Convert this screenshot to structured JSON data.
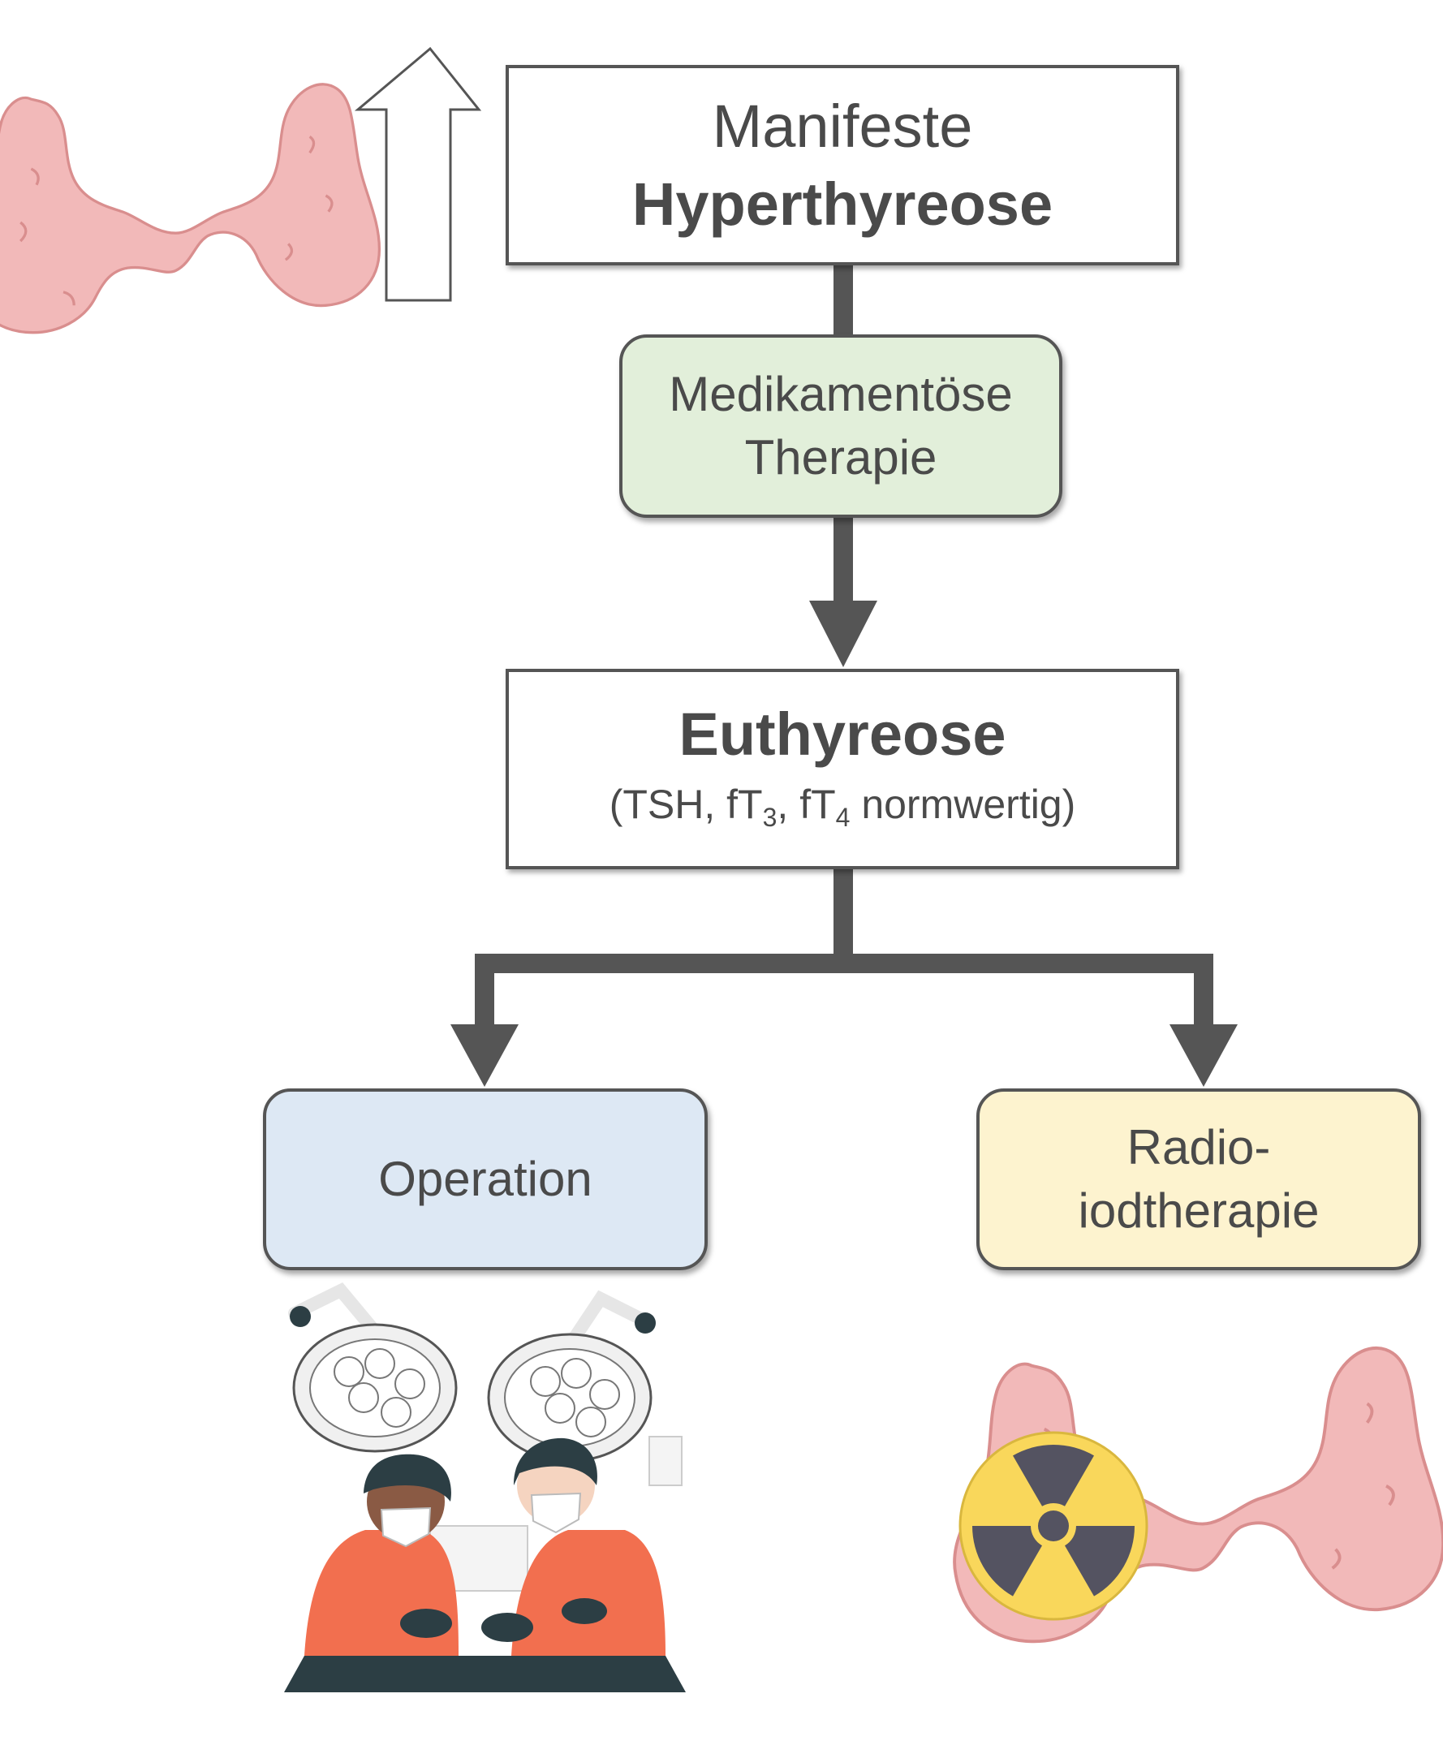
{
  "colors": {
    "arrow": "#555555",
    "border": "#555555",
    "text": "#4a4a4a",
    "medication_fill": "#e2efda",
    "operation_fill": "#dde8f4",
    "radio_fill": "#fdf3cf",
    "thyroid": "#f2b9b9",
    "thyroid_line": "#d98e8e",
    "radiation_yellow": "#f9d75b",
    "radiation_dark": "#545361",
    "scrubs": "#f26f4f",
    "table": "#2c3e44"
  },
  "icons": {
    "top_left": [
      "thyroid-icon",
      "up-arrow-icon"
    ],
    "bottom_left": "surgery-team-icon",
    "bottom_right": [
      "thyroid-icon",
      "radiation-icon"
    ]
  },
  "nodes": {
    "hyper": {
      "line1": "Manifeste",
      "line2": "Hyperthyreose"
    },
    "medi": {
      "line1": "Medikamentöse",
      "line2": "Therapie"
    },
    "eu": {
      "title": "Euthyreose",
      "sub_pre": "(TSH, fT",
      "sub_idx1": "3",
      "sub_mid": ", fT",
      "sub_idx2": "4",
      "sub_post": " normwertig)"
    },
    "op": {
      "label": "Operation"
    },
    "radio": {
      "line1": "Radio-",
      "line2": "iodtherapie"
    }
  }
}
